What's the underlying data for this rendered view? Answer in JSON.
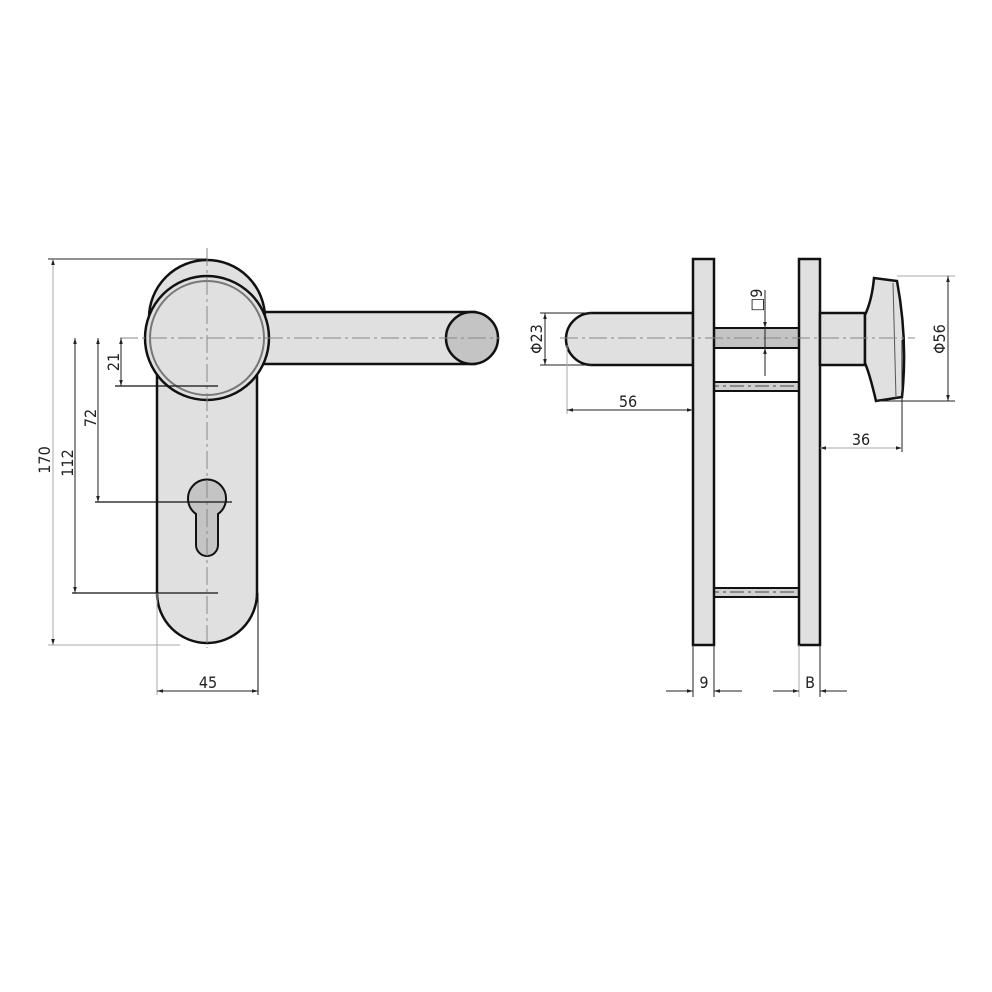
{
  "drawing": {
    "front_view": {
      "dimensions": {
        "overall_height": "170",
        "handle_to_bottom": "112",
        "handle_to_cylinder": "72",
        "rose_offset": "21",
        "plate_width": "45"
      }
    },
    "side_view": {
      "dimensions": {
        "lever_diameter": "Φ23",
        "lever_projection": "56",
        "spindle_square": "□9",
        "knob_diameter": "Φ56",
        "knob_projection": "36",
        "plate_thickness": "9",
        "door_thickness": "B"
      }
    }
  },
  "colors": {
    "fill_light": "#e0e0e0",
    "fill_dark": "#c4c4c4",
    "outline": "#111111",
    "dim_line": "#222222",
    "ext_line": "#aaaaaa"
  }
}
